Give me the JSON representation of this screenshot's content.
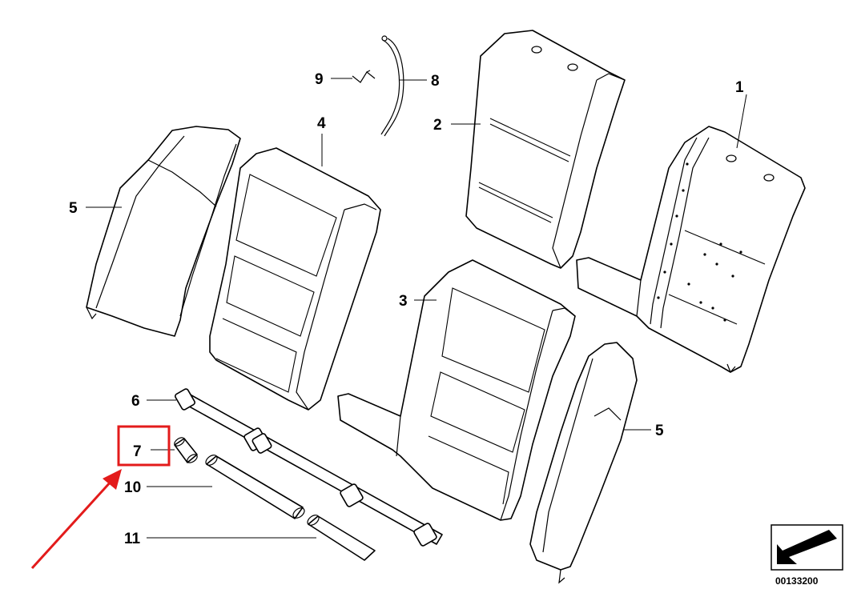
{
  "diagram": {
    "callouts": [
      "1",
      "2",
      "3",
      "4",
      "5",
      "5",
      "6",
      "7",
      "8",
      "9",
      "10",
      "11"
    ],
    "highlighted_callout": "7",
    "highlight_color": "#e31b1b",
    "reference_number": "00133200",
    "reference_icon": "arrow-pointer-icon"
  }
}
